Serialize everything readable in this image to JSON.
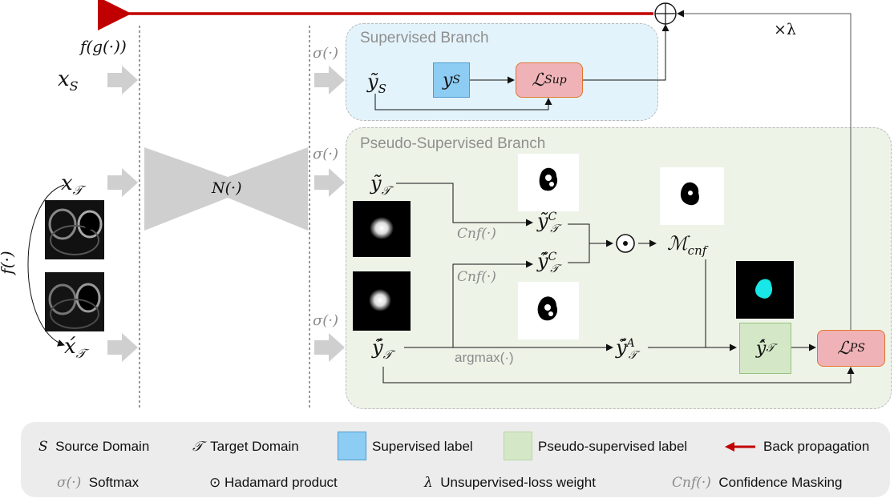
{
  "branches": {
    "supervised": "Supervised Branch",
    "pseudo": "Pseudo-Supervised Branch"
  },
  "labels": {
    "fg": "f(g(·))",
    "f_side": "f(·)",
    "sigma": "σ(·)",
    "network": "N(·)",
    "lambda_weight": "×λ",
    "cnf": "Cnf(·)",
    "argmax": "argmax(·)",
    "hadamard": "⊙",
    "plus": "⊕"
  },
  "inputs": {
    "xs": "x",
    "xs_sub": "S",
    "xt": "x",
    "xt_sub": "𝒯",
    "xt_aug": "x́",
    "xt_aug_sub": "𝒯"
  },
  "nodes": {
    "ys_tilde": "ỹ",
    "ys_tilde_sub": "S",
    "ys": "y",
    "ys_sub": "S",
    "loss_sup": "ℒ",
    "loss_sup_sub": "Sup",
    "yt_tilde": "ỹ",
    "yt_tilde_sub": "𝒯",
    "ytc": "ỹ",
    "ytc_sup": "C",
    "ytc_sub": "𝒯",
    "ytc2": "ỹ́",
    "ytc2_sup": "C",
    "ytc2_sub": "𝒯",
    "m_cnf": "ℳ",
    "m_cnf_sub": "cnf",
    "yt_aug_tilde": "ỹ́",
    "yt_aug_tilde_sub": "𝒯",
    "yta": "ỹ́",
    "yta_sup": "A",
    "yta_sub": "𝒯",
    "yt_hat": "ŷ́",
    "yt_hat_sub": "𝒯",
    "loss_ps": "ℒ",
    "loss_ps_sub": "PS"
  },
  "legend": {
    "row1": [
      {
        "symbol": "S",
        "text": "Source Domain"
      },
      {
        "symbol": "𝒯",
        "text": "Target Domain"
      },
      {
        "text": "Supervised label"
      },
      {
        "text": "Pseudo-supervised label"
      },
      {
        "text": "Back propagation"
      }
    ],
    "row2": [
      {
        "symbol": "σ(·)",
        "text": "Softmax"
      },
      {
        "symbol": "⊙",
        "text": "Hadamard product"
      },
      {
        "symbol": "λ",
        "text": "Unsupervised-loss weight"
      },
      {
        "symbol": "Cnf(·)",
        "text": "Confidence Masking"
      }
    ]
  },
  "colors": {
    "supervised_bg": "#e3f3fb",
    "pseudo_bg": "#eef3e8",
    "supervised_label": "#8ecdf3",
    "pseudo_label": "#d4e8c8",
    "loss": "#efb3b7",
    "loss_border": "#e0742d",
    "backprop": "#c00000",
    "arrow_gray": "#cfcfcf"
  }
}
